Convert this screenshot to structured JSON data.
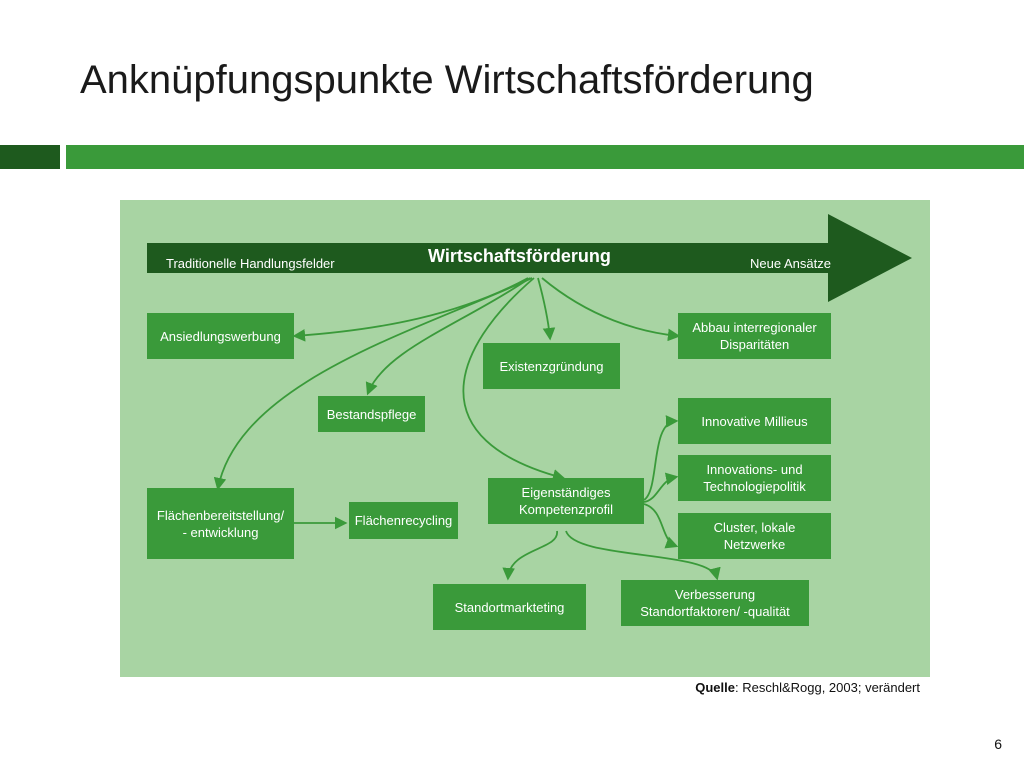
{
  "slide": {
    "title": "Anknüpfungspunkte Wirtschaftsförderung",
    "page_number": "6"
  },
  "source": {
    "label": "Quelle",
    "text": ": Reschl&Rogg, 2003; verändert"
  },
  "diagram": {
    "arrow": {
      "left_label": "Traditionelle Handlungsfelder",
      "center_label": "Wirtschaftsförderung",
      "right_label": "Neue Ansätze"
    },
    "boxes": {
      "ansiedlungswerbung": "Ansiedlungswerbung",
      "bestandspflege": "Bestandspflege",
      "existenzgruendung": "Existenzgründung",
      "abbau": "Abbau interregionaler Disparitäten",
      "flaechenbereitstellung": "Flächenbereitstellung/ - entwicklung",
      "flaechenrecycling": "Flächenrecycling",
      "kompetenzprofil": "Eigenständiges Kompetenzprofil",
      "innovative_millieus": "Innovative Millieus",
      "innovations_technologie": "Innovations- und Technologiepolitik",
      "cluster": "Cluster, lokale Netzwerke",
      "standortmarketing": "Standortmarkteting",
      "verbesserung": "Verbesserung Standortfaktoren/ -qualität"
    },
    "colors": {
      "background": "#a8d4a3",
      "box": "#3a9a3a",
      "main_arrow": "#1e5a1e",
      "connector": "#3a9a3a"
    }
  }
}
